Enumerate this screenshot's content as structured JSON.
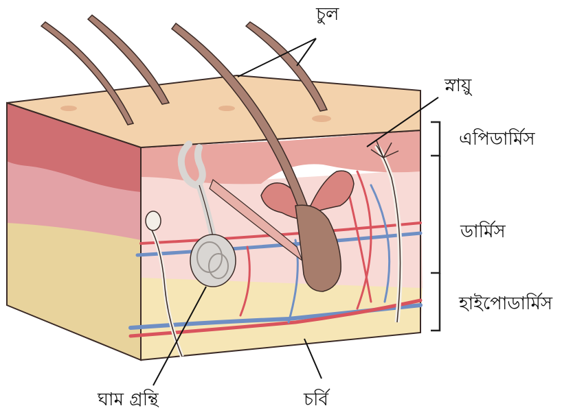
{
  "diagram": {
    "labels": {
      "hair": "চুল",
      "nerve": "স্নায়ু",
      "epidermis": "এপিডার্মিস",
      "dermis": "ডার্মিস",
      "hypodermis": "হাইপোডার্মিস",
      "sweat_gland": "ঘাম গ্রন্থি",
      "fat": "চর্বি"
    },
    "colors": {
      "outline": "#3a2a26",
      "top_surface": "#f3d2ac",
      "epidermis_front": "#e9a6a0",
      "epidermis_side": "#cf6f72",
      "dermis_front": "#f8dad6",
      "dermis_side": "#e3a2a6",
      "hypodermis": "#f6e6b6",
      "hypodermis_side": "#e8d39c",
      "hair": "#a98072",
      "follicle": "#a77d6c",
      "artery": "#d9545d",
      "vein": "#6f8fc4",
      "gland": "#d9d6d3",
      "nerve": "#f3efe8"
    }
  }
}
